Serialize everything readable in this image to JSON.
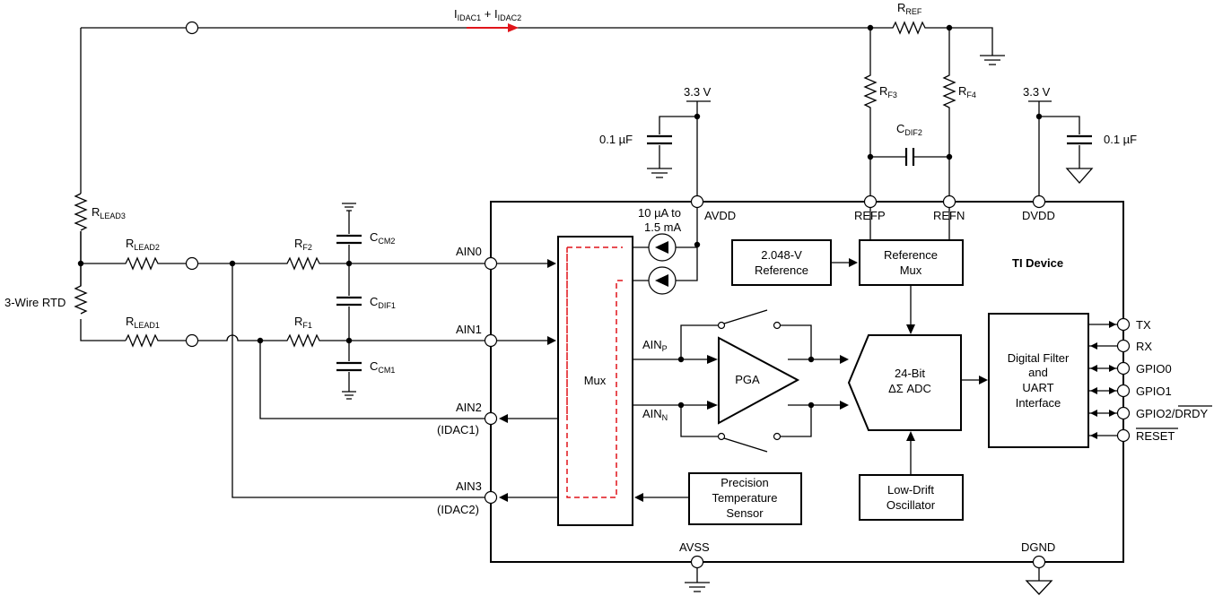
{
  "current": {
    "label": "I",
    "sub1": "IDAC1",
    "plus": " + I",
    "sub2": "IDAC2",
    "color": "#e0141a"
  },
  "rref": {
    "main": "R",
    "sub": "REF"
  },
  "rf3": {
    "main": "R",
    "sub": "F3"
  },
  "rf4": {
    "main": "R",
    "sub": "F4"
  },
  "cdif2": {
    "main": "C",
    "sub": "DIF2"
  },
  "supply_avdd": "3.3 V",
  "supply_dvdd": "3.3 V",
  "cap_left": "0.1 µF",
  "cap_right": "0.1 µF",
  "idac_range": {
    "line1": "10 µA to",
    "line2": "1.5 mA"
  },
  "rlead3": {
    "main": "R",
    "sub": "LEAD3"
  },
  "rlead2": {
    "main": "R",
    "sub": "LEAD2"
  },
  "rlead1": {
    "main": "R",
    "sub": "LEAD1"
  },
  "rf2": {
    "main": "R",
    "sub": "F2"
  },
  "rf1": {
    "main": "R",
    "sub": "F1"
  },
  "ccm2": {
    "main": "C",
    "sub": "CM2"
  },
  "cdif1": {
    "main": "C",
    "sub": "DIF1"
  },
  "ccm1": {
    "main": "C",
    "sub": "CM1"
  },
  "rtd_label": "3-Wire RTD",
  "pins": {
    "avdd": "AVDD",
    "refp": "REFP",
    "refn": "REFN",
    "dvdd": "DVDD",
    "ain0": "AIN0",
    "ain1": "AIN1",
    "ain2": "AIN2",
    "ain2_alt": "(IDAC1)",
    "ain3": "AIN3",
    "ain3_alt": "(IDAC2)",
    "avss": "AVSS",
    "dgnd": "DGND",
    "tx": "TX",
    "rx": "RX",
    "gpio0": "GPIO0",
    "gpio1": "GPIO1",
    "gpio2_a": "GPIO2/",
    "gpio2_b": "DRDY",
    "reset": "RESET"
  },
  "device_label": "TI Device",
  "blocks": {
    "mux": "Mux",
    "ref_2048": {
      "line1": "2.048-V",
      "line2": "Reference"
    },
    "ref_mux": {
      "line1": "Reference",
      "line2": "Mux"
    },
    "pga": "PGA",
    "adc": {
      "line1": "24-Bit",
      "line2": "ΔΣ ADC"
    },
    "digital": {
      "line1": "Digital Filter",
      "line2": "and",
      "line3": "UART",
      "line4": "Interface"
    },
    "temp": {
      "line1": "Precision",
      "line2": "Temperature",
      "line3": "Sensor"
    },
    "osc": {
      "line1": "Low-Drift",
      "line2": "Oscillator"
    }
  },
  "ainp": {
    "main": "AIN",
    "sub": "P"
  },
  "ainn": {
    "main": "AIN",
    "sub": "N"
  }
}
